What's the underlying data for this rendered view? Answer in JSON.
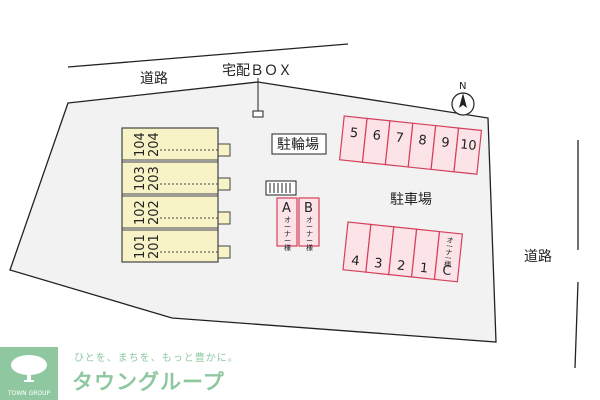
{
  "labels": {
    "road_top": "道路",
    "delivery_box": "宅配ＢＯＸ",
    "bicycle_parking": "駐輪場",
    "car_parking": "駐車場",
    "road_right": "道路",
    "north": "N"
  },
  "building": {
    "unit_rows": [
      {
        "upper": "204",
        "lower": "104"
      },
      {
        "upper": "203",
        "lower": "103"
      },
      {
        "upper": "202",
        "lower": "102"
      },
      {
        "upper": "201",
        "lower": "101"
      }
    ]
  },
  "owner_spaces": [
    {
      "letter": "A",
      "note": "オーナー様"
    },
    {
      "letter": "B",
      "note": "オーナー様"
    }
  ],
  "parking_top": [
    "5",
    "6",
    "7",
    "8",
    "9",
    "10"
  ],
  "parking_bottom": [
    {
      "number": "4",
      "note": ""
    },
    {
      "number": "3",
      "note": ""
    },
    {
      "number": "2",
      "note": ""
    },
    {
      "number": "1",
      "note": ""
    },
    {
      "number": "C",
      "note": "オーナー様"
    }
  ],
  "footer": {
    "tagline": "ひとを、まちを、もっと豊かに。",
    "brand": "タウングループ",
    "logo_text": "TOWN GROUP"
  },
  "colors": {
    "parking_stroke": "#d4405a",
    "parking_fill": "#fbe3e8",
    "building_fill": "#f7f3c6",
    "lot_fill": "#f2f2f2",
    "brand_green": "#8fc8a0"
  }
}
